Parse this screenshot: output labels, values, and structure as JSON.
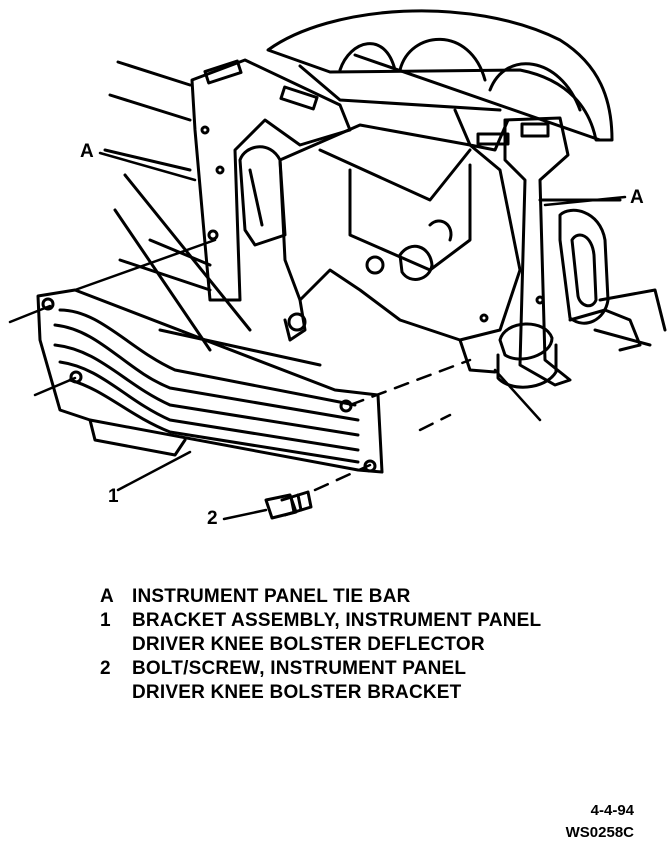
{
  "callouts": {
    "a_left": "A",
    "a_right": "A",
    "one": "1",
    "two": "2"
  },
  "legend": [
    {
      "key": "A",
      "line1": "INSTRUMENT PANEL TIE BAR",
      "line2": ""
    },
    {
      "key": "1",
      "line1": "BRACKET ASSEMBLY, INSTRUMENT PANEL",
      "line2": "DRIVER KNEE BOLSTER DEFLECTOR"
    },
    {
      "key": "2",
      "line1": "BOLT/SCREW, INSTRUMENT PANEL",
      "line2": "DRIVER KNEE BOLSTER BRACKET"
    }
  ],
  "footer": {
    "date": "4-4-94",
    "code": "WS0258C"
  }
}
